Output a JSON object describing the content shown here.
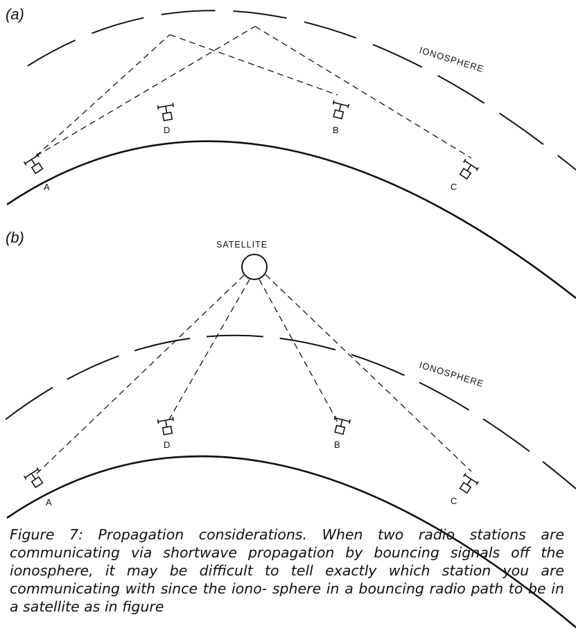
{
  "panel_a": {
    "label": "(a)",
    "ionosphere_label": "IONOSPHERE",
    "stations": [
      {
        "id": "A",
        "label": "A"
      },
      {
        "id": "D",
        "label": "D"
      },
      {
        "id": "B",
        "label": "B"
      },
      {
        "id": "C",
        "label": "C"
      }
    ]
  },
  "panel_b": {
    "label": "(b)",
    "satellite_label": "SATELLITE",
    "ionosphere_label": "IONOSPHERE",
    "stations": [
      {
        "id": "A",
        "label": "A"
      },
      {
        "id": "D",
        "label": "D"
      },
      {
        "id": "B",
        "label": "B"
      },
      {
        "id": "C",
        "label": "C"
      }
    ]
  },
  "caption": "Figure 7: Propagation considerations. When two radio stations are communicating via shortwave propagation by bouncing signals off the ionosphere, it may be difficult to tell exactly which station you are communicating with since the iono- sphere in a bouncing radio path to be in a satellite as in figure"
}
